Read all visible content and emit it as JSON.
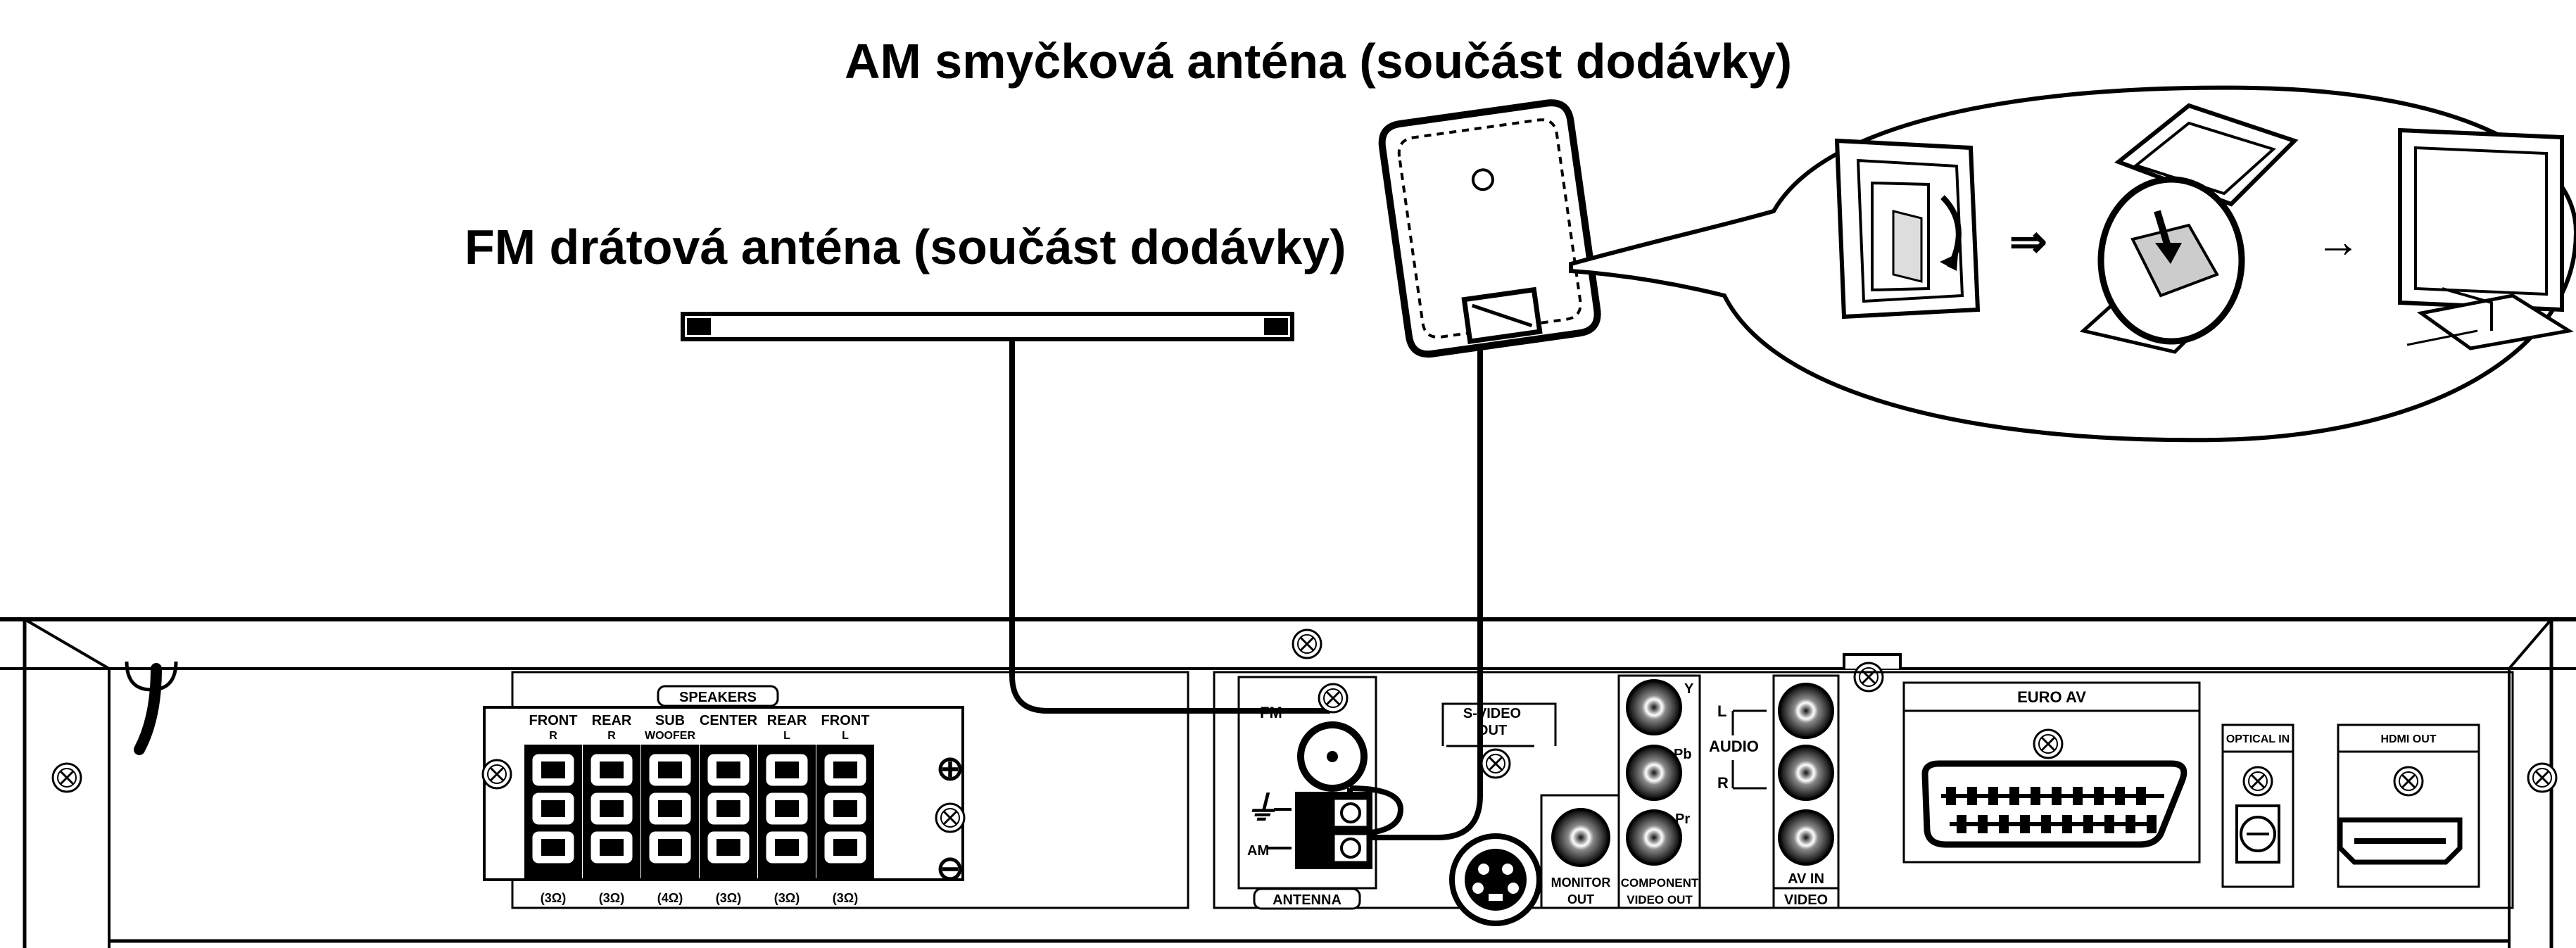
{
  "titles": {
    "am_antenna": "AM smyčková anténa (součást dodávky)",
    "fm_antenna": "FM drátová anténa (součást dodávky)"
  },
  "panel": {
    "speakers_header": "SPEAKERS",
    "speakers": [
      {
        "name_line1": "FRONT",
        "name_line2": "R",
        "impedance": "(3Ω)"
      },
      {
        "name_line1": "REAR",
        "name_line2": "R",
        "impedance": "(3Ω)"
      },
      {
        "name_line1": "SUB",
        "name_line2": "WOOFER",
        "impedance": "(4Ω)"
      },
      {
        "name_line1": "CENTER",
        "name_line2": "",
        "impedance": "(3Ω)"
      },
      {
        "name_line1": "REAR",
        "name_line2": "L",
        "impedance": "(3Ω)"
      },
      {
        "name_line1": "FRONT",
        "name_line2": "L",
        "impedance": "(3Ω)"
      }
    ],
    "plus_sign": "⊕",
    "minus_sign": "⊖",
    "fm_label": "FM",
    "am_label": "AM",
    "antenna_label": "ANTENNA",
    "svideo_label_line1": "S-VIDEO",
    "svideo_label_line2": "OUT",
    "monitor_line1": "MONITOR",
    "monitor_line2": "OUT",
    "component_line1": "COMPONENT",
    "component_line2": "VIDEO OUT",
    "y_label": "Y",
    "pb_label": "Pb",
    "pr_label": "Pr",
    "audio_label": "AUDIO",
    "audio_l": "L",
    "audio_r": "R",
    "avin_label": "AV IN",
    "video_label": "VIDEO",
    "euro_av_label": "EURO AV",
    "optical_in_label": "OPTICAL IN",
    "hdmi_out_label": "HDMI OUT"
  },
  "steps": {
    "arrow1": "⇒",
    "arrow2": "→"
  }
}
